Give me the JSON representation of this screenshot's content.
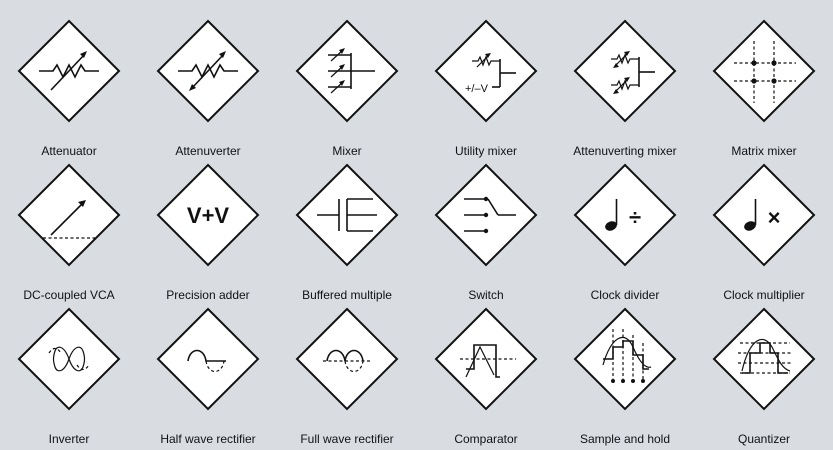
{
  "symbols": [
    {
      "id": "attenuator",
      "label": "Attenuator",
      "icon": "attenuator-icon"
    },
    {
      "id": "attenuverter",
      "label": "Attenuverter",
      "icon": "attenuverter-icon"
    },
    {
      "id": "mixer",
      "label": "Mixer",
      "icon": "mixer-icon"
    },
    {
      "id": "utility-mixer",
      "label": "Utility mixer",
      "icon": "utility-mixer-icon",
      "glyph": "+/–V"
    },
    {
      "id": "attenuverting-mixer",
      "label": "Attenuverting mixer",
      "icon": "attenuverting-mixer-icon"
    },
    {
      "id": "matrix-mixer",
      "label": "Matrix mixer",
      "icon": "matrix-mixer-icon"
    },
    {
      "id": "dc-coupled-vca",
      "label": "DC-coupled VCA",
      "icon": "dc-coupled-vca-icon"
    },
    {
      "id": "precision-adder",
      "label": "Precision adder",
      "icon": "precision-adder-icon",
      "glyph": "V+V"
    },
    {
      "id": "buffered-multiple",
      "label": "Buffered multiple",
      "icon": "buffered-multiple-icon"
    },
    {
      "id": "switch",
      "label": "Switch",
      "icon": "switch-icon"
    },
    {
      "id": "clock-divider",
      "label": "Clock divider",
      "icon": "clock-divider-icon",
      "glyph": "÷"
    },
    {
      "id": "clock-multiplier",
      "label": "Clock multiplier",
      "icon": "clock-multiplier-icon",
      "glyph": "×"
    },
    {
      "id": "inverter",
      "label": "Inverter",
      "icon": "inverter-icon"
    },
    {
      "id": "half-wave-rectifier",
      "label": "Half wave rectifier",
      "icon": "half-wave-rectifier-icon"
    },
    {
      "id": "full-wave-rectifier",
      "label": "Full wave rectifier",
      "icon": "full-wave-rectifier-icon"
    },
    {
      "id": "comparator",
      "label": "Comparator",
      "icon": "comparator-icon"
    },
    {
      "id": "sample-and-hold",
      "label": "Sample and hold",
      "icon": "sample-and-hold-icon"
    },
    {
      "id": "quantizer",
      "label": "Quantizer",
      "icon": "quantizer-icon"
    }
  ],
  "colors": {
    "background": "#d9dde2",
    "symbol_fill": "#ffffff",
    "stroke": "#111111"
  }
}
